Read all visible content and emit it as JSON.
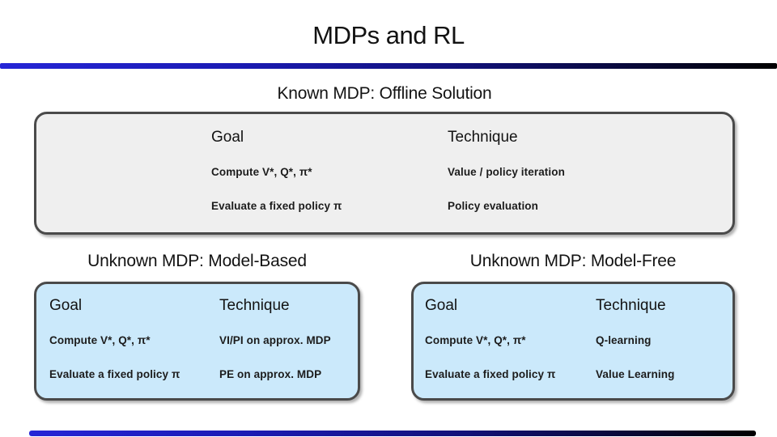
{
  "slide": {
    "title": "MDPs and RL",
    "colors": {
      "accent_bar_blue": "#2525d6",
      "accent_bar_dark": "#000000",
      "panel_gray_fill": "#efefef",
      "panel_blue_fill": "#cbe9fb",
      "panel_border": "#4a4a4a",
      "text": "#151515"
    },
    "sections": {
      "known": {
        "heading": "Known MDP: Offline Solution",
        "table": {
          "col1_header": "Goal",
          "col2_header": "Technique",
          "rows": [
            [
              "Compute V*, Q*, π*",
              "Value / policy iteration"
            ],
            [
              "Evaluate a fixed policy π",
              "Policy evaluation"
            ]
          ]
        }
      },
      "model_based": {
        "heading": "Unknown MDP: Model-Based",
        "table": {
          "col1_header": "Goal",
          "col2_header": "Technique",
          "rows": [
            [
              "Compute V*, Q*, π*",
              "VI/PI on approx. MDP"
            ],
            [
              "Evaluate a fixed policy π",
              "PE on approx. MDP"
            ]
          ]
        }
      },
      "model_free": {
        "heading": "Unknown MDP: Model-Free",
        "table": {
          "col1_header": "Goal",
          "col2_header": "Technique",
          "rows": [
            [
              "Compute V*, Q*, π*",
              "Q-learning"
            ],
            [
              "Evaluate a fixed policy π",
              "Value Learning"
            ]
          ]
        }
      }
    }
  }
}
